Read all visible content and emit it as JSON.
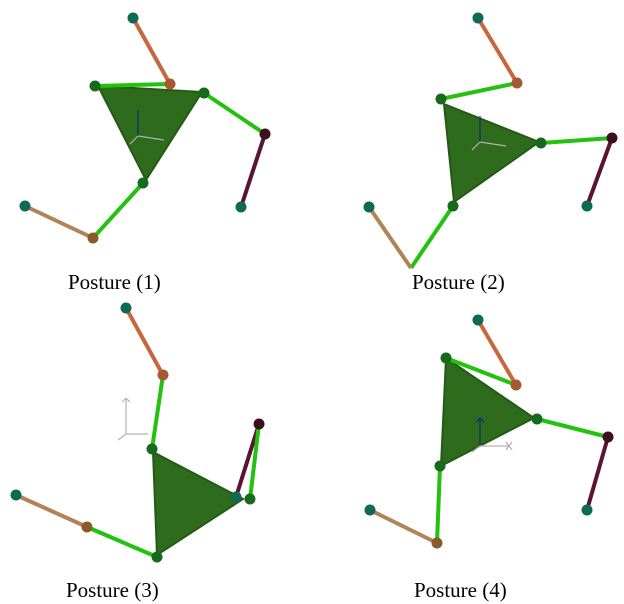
{
  "captions": {
    "posture_1": "Posture (1)",
    "posture_2": "Posture (2)",
    "posture_3": "Posture (3)",
    "posture_4": "Posture (4)"
  },
  "colors": {
    "body_triangle": "#2e6b1c",
    "body_triangle_edge": "#245a16",
    "green_link": "#22c20f",
    "upper_right_link": "#c5683f",
    "lower_left_link": "#b08458",
    "right_link": "#5a1530",
    "joint_teal": "#0e6a52",
    "joint_brown": "#8a5a2a",
    "joint_orange_brown": "#a55a32",
    "joint_dark_green": "#176a1c",
    "joint_maroon": "#3b0f1f",
    "axis_gray": "#b3b3b3",
    "axis_blue": "#0a2a7a"
  }
}
